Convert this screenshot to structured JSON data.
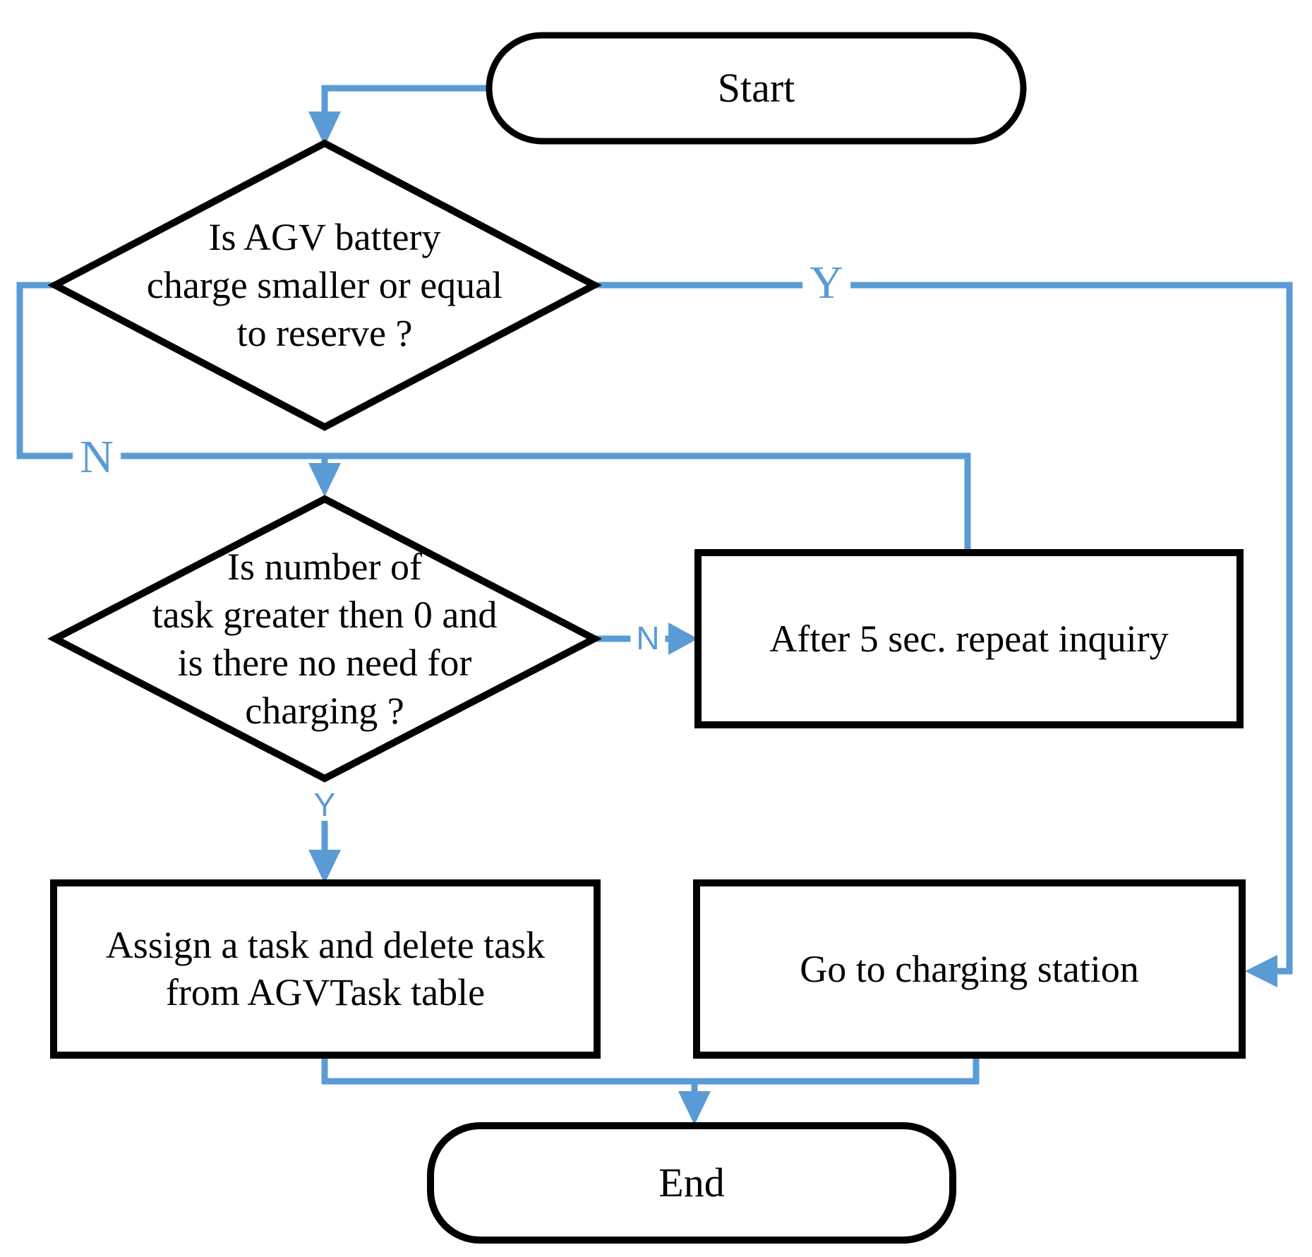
{
  "diagram": {
    "type": "flowchart",
    "colors": {
      "connector_blue": "#5b9bd5",
      "shape_stroke": "#000000",
      "shape_fill": "#ffffff",
      "text": "#000000"
    },
    "nodes": {
      "start": {
        "shape": "terminator",
        "label": "Start"
      },
      "battery_check": {
        "shape": "decision",
        "label": "Is AGV battery\ncharge smaller or equal\nto reserve ?"
      },
      "task_check": {
        "shape": "decision",
        "label": "Is number of\ntask greater then 0 and\nis there no need for\ncharging ?"
      },
      "repeat_inquiry": {
        "shape": "process",
        "label": "After 5 sec. repeat inquiry"
      },
      "assign_task": {
        "shape": "process",
        "label": "Assign a task and delete task\nfrom AGVTask table"
      },
      "go_to_charging": {
        "shape": "process",
        "label": "Go to charging station"
      },
      "end": {
        "shape": "terminator",
        "label": "End"
      }
    },
    "edge_labels": {
      "battery_check_yes": "Y",
      "battery_check_no": "N",
      "task_check_no": "N",
      "task_check_yes": "Y"
    }
  }
}
